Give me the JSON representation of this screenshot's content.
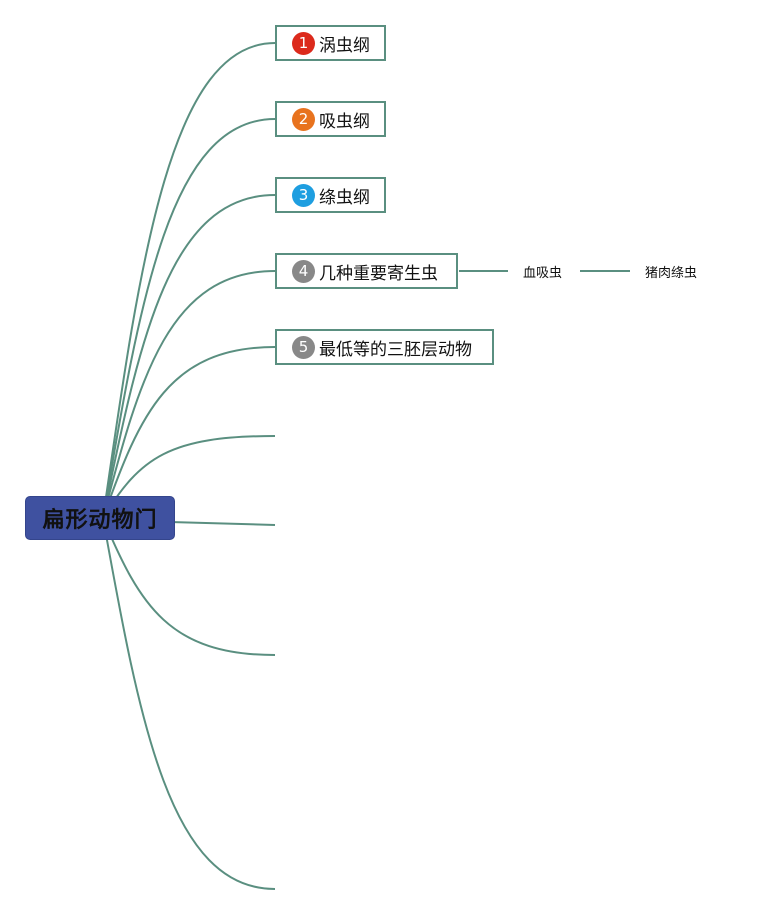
{
  "root": {
    "label": "扁形动物门",
    "color": "#3f51a0"
  },
  "line_color": "#5a8f80",
  "branches": [
    {
      "num": "1",
      "label": "涡虫纲",
      "badge_color": "#dc2a1c"
    },
    {
      "num": "2",
      "label": "吸虫纲",
      "badge_color": "#e8731e"
    },
    {
      "num": "3",
      "label": "绦虫纲",
      "badge_color": "#1e9ee0"
    },
    {
      "num": "4",
      "label": "几种重要寄生虫",
      "badge_color": "#888888",
      "children": [
        "血吸虫",
        "猪肉绦虫"
      ]
    },
    {
      "num": "5",
      "label": "最低等的三胚层动物",
      "badge_color": "#888888"
    }
  ],
  "empty_branch_count": 4
}
